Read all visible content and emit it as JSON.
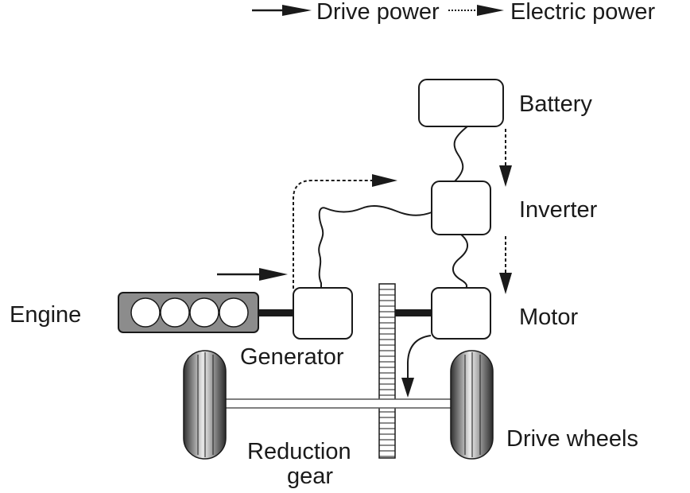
{
  "legend": {
    "drive_power": "Drive power",
    "electric_power": "Electric power"
  },
  "components": {
    "battery": "Battery",
    "inverter": "Inverter",
    "motor": "Motor",
    "engine": "Engine",
    "generator": "Generator",
    "reduction_gear_line1": "Reduction",
    "reduction_gear_line2": "gear",
    "drive_wheels": "Drive wheels"
  },
  "colors": {
    "engine_fill": "#8c8c8c",
    "line": "#1a1a1a",
    "background": "#ffffff"
  }
}
